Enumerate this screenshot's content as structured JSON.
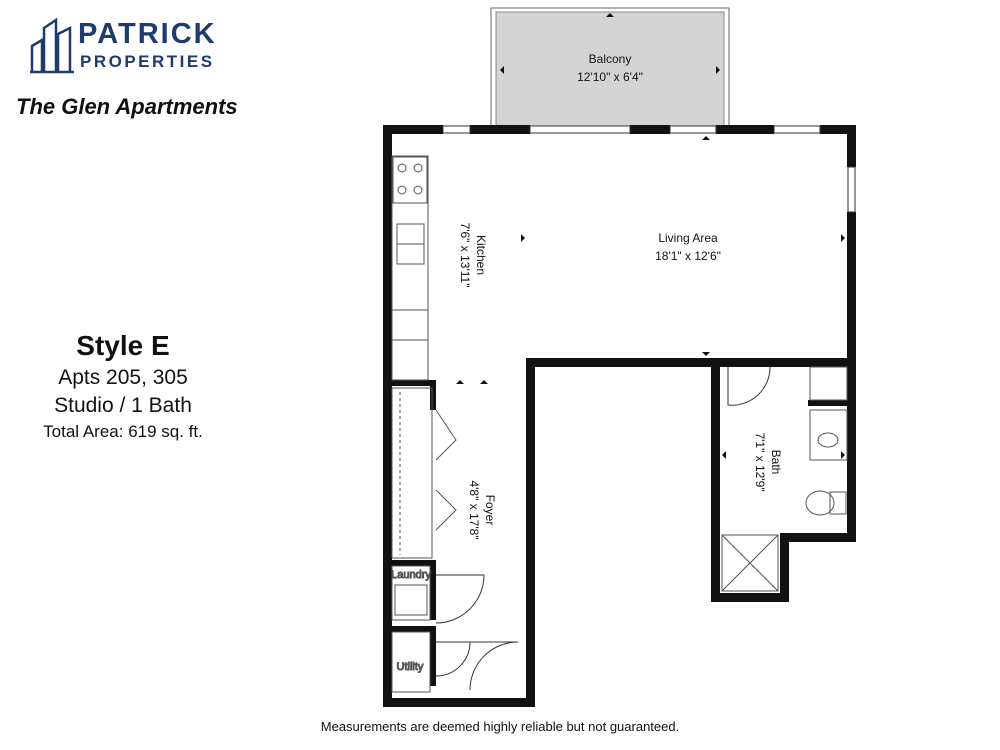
{
  "brand": {
    "name_line1": "PATRICK",
    "name_line2": "PROPERTIES",
    "accent_color": "#1e3a6e"
  },
  "property_name": "The Glen Apartments",
  "unit": {
    "style": "Style E",
    "apartments": "Apts 205, 305",
    "type": "Studio / 1 Bath",
    "total_area": "Total Area: 619 sq. ft."
  },
  "rooms": {
    "balcony": {
      "name": "Balcony",
      "size": "12'10\" x 6'4\""
    },
    "kitchen": {
      "name": "Kitchen",
      "size": "7'6\" x 13'11\""
    },
    "living": {
      "name": "Living Area",
      "size": "18'1\" x 12'6\""
    },
    "foyer": {
      "name": "Foyer",
      "size": "4'8\" x 17'8\""
    },
    "bath": {
      "name": "Bath",
      "size": "7'1\" x 12'9\""
    },
    "laundry": {
      "name": "Laundry"
    },
    "utility": {
      "name": "Utility"
    }
  },
  "disclaimer": "Measurements are deemed highly reliable but not guaranteed.",
  "colors": {
    "wall": "#111111",
    "balcony_fill": "#d4d4d4",
    "fixture": "#555555"
  }
}
